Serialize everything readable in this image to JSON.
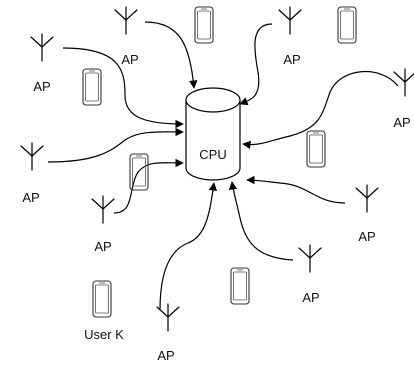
{
  "nodes": {
    "cpu_label": "CPU",
    "ap_label": "AP",
    "user_label": "User K"
  },
  "colors": {
    "stroke": "#000000",
    "background": "#ffffff"
  },
  "icons": {
    "access_point": "antenna-icon",
    "user_device": "phone-icon",
    "processor": "cylinder-icon"
  }
}
